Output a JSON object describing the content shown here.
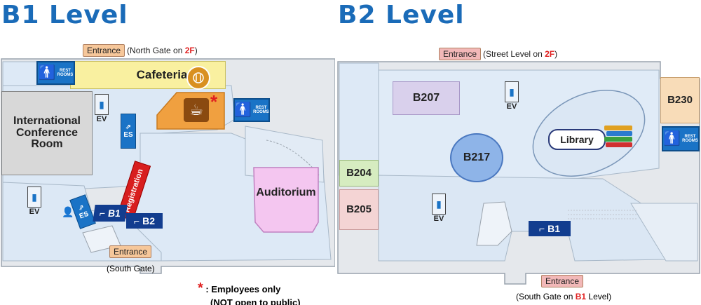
{
  "b1": {
    "title": "B1 Level",
    "entrance_north": {
      "label": "Entrance",
      "note_prefix": "(North Gate on ",
      "note_floor": "2F",
      "note_suffix": ")"
    },
    "entrance_south": {
      "label": "Entrance",
      "note": "(South Gate)"
    },
    "rooms": {
      "cafeteria": "Cafeteria",
      "conference_line1": "International",
      "conference_line2": "Conference",
      "conference_line3": "Room",
      "auditorium": "Auditorium",
      "registration": "Registration"
    },
    "ev_label": "EV",
    "es_label": "ES",
    "restroom_line1": "REST",
    "restroom_line2": "ROOMS",
    "stair_b1": "B1",
    "stair_b2": "B2",
    "legend": {
      "line1": ": Employees only",
      "line2": "(NOT open to public)"
    }
  },
  "b2": {
    "title": "B2 Level",
    "entrance_north": {
      "label": "Entrance",
      "note_prefix": "(Street Level on ",
      "note_floor": "2F",
      "note_suffix": ")"
    },
    "entrance_south": {
      "label": "Entrance",
      "note_prefix": "(South Gate on ",
      "note_floor": "B1",
      "note_suffix": " Level)"
    },
    "rooms": {
      "b207": "B207",
      "b217": "B217",
      "b204": "B204",
      "b205": "B205",
      "b230": "B230",
      "library": "Library"
    },
    "ev_label": "EV",
    "restroom_line1": "REST",
    "restroom_line2": "ROOMS",
    "stair_b1": "B1"
  },
  "colors": {
    "title_blue": "#1a6bb8",
    "entrance_b1": "#f6c79a",
    "entrance_b2": "#f2b8b8",
    "cafeteria": "#f9f0a0",
    "cafe_orange": "#f0a040",
    "auditorium": "#f4c6f0",
    "room_purple": "#d9d0ec",
    "room_blue": "#8eb4e8",
    "room_green": "#d6ecc0",
    "room_pink": "#f4d4d4",
    "room_orange": "#f8dcb8",
    "stair_navy": "#123d8f",
    "registration_red": "#d81e1e"
  },
  "icons": [
    "restroom-icon",
    "elevator-icon",
    "escalator-icon",
    "coffee-icon",
    "fork-knife-icon",
    "books-icon",
    "stairs-icon",
    "asterisk-icon"
  ]
}
